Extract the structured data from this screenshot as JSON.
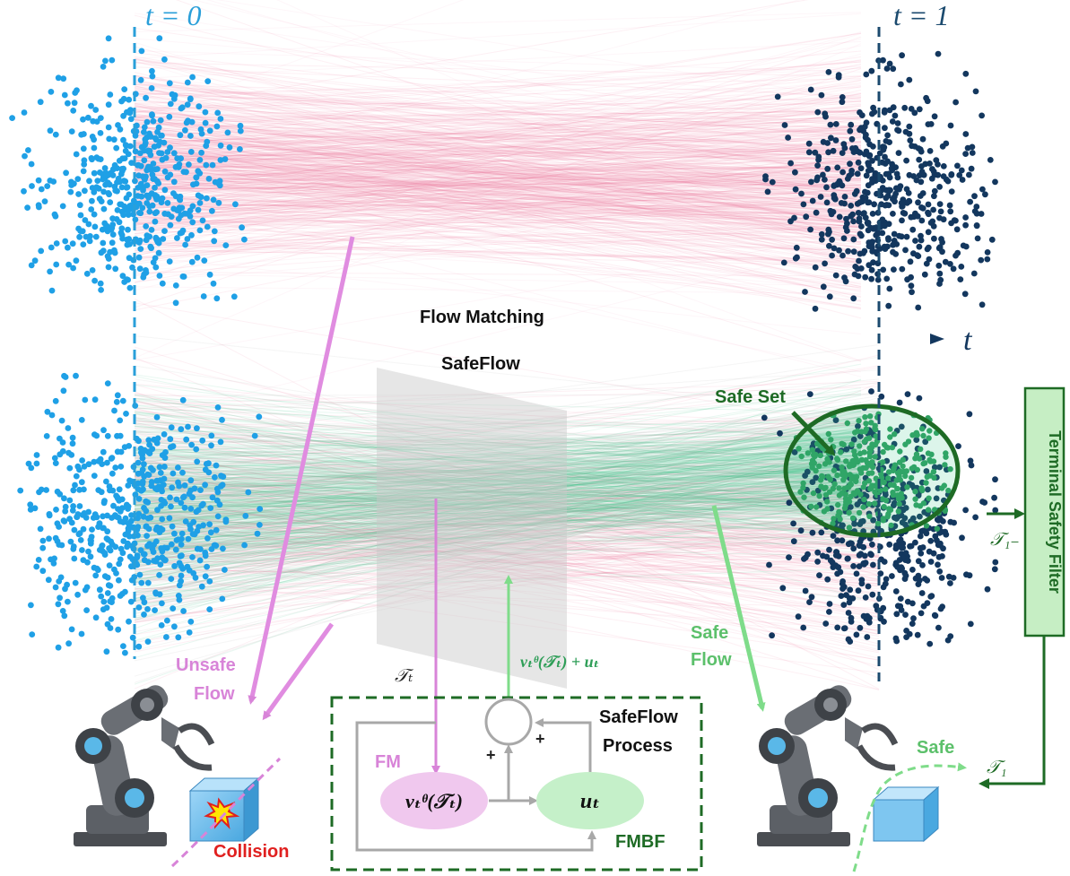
{
  "top": {
    "t0_label": "t = 0",
    "t1_label": "t = 1",
    "flow_matching_label": "Flow Matching",
    "axis_label": "t"
  },
  "bottom": {
    "safeflow_title": "SafeFlow",
    "safe_set_label": "Safe Set",
    "terminal_filter_label": "Terminal Safety Filter",
    "traj_t1_minus": "𝒯₁₋",
    "traj_t1": "𝒯₁",
    "traj_t": "𝒯ₜ",
    "unsafe_flow_line1": "Unsafe",
    "unsafe_flow_line2": "Flow",
    "safe_flow_line1": "Safe",
    "safe_flow_line2": "Flow",
    "collision_label": "Collision",
    "safe_label": "Safe"
  },
  "process": {
    "title_line1": "SafeFlow",
    "title_line2": "Process",
    "fm_label": "FM",
    "fmbf_label": "FMBF",
    "velocity_node": "vₜᶿ(𝒯ₜ)",
    "control_node": "uₜ",
    "sum_output": "vₜᶿ(𝒯ₜ) + uₜ",
    "plus1": "+",
    "plus2": "+"
  },
  "colors": {
    "source_points": "#1fa0e6",
    "target_points": "#13375e",
    "unsafe_flow": "#f06c97",
    "safe_flow": "#3ec98a",
    "safe_set_border": "#1e6b25",
    "process_border": "#1e6b25",
    "fm_pink": "#d884d8",
    "light_green": "#7fdc8a",
    "collision_red": "#e0201f"
  }
}
